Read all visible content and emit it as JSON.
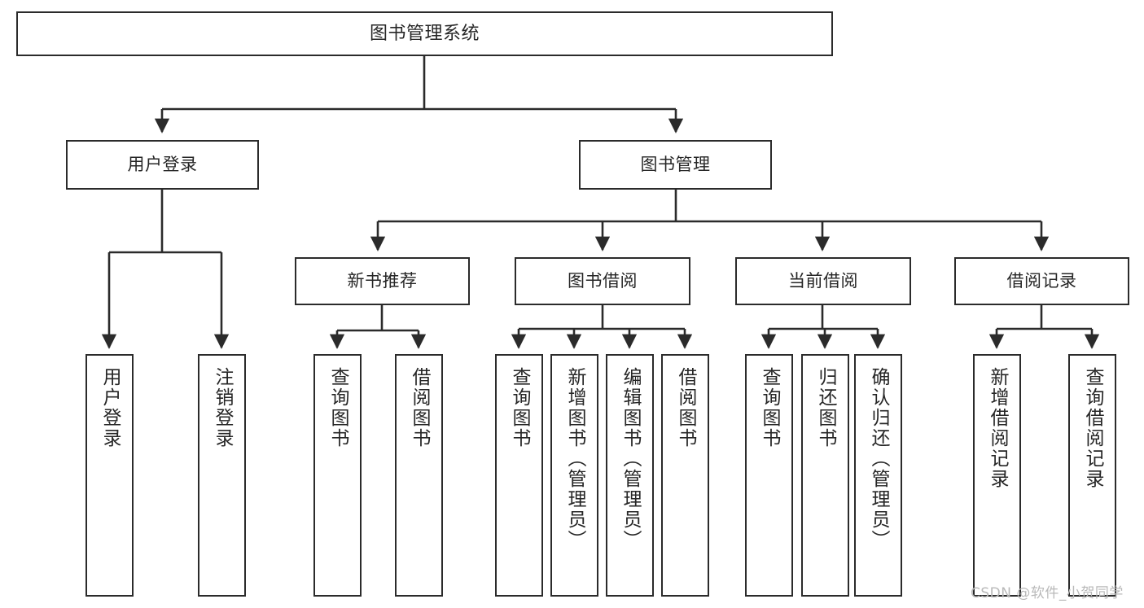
{
  "diagram": {
    "title_node": {
      "label": "图书管理系统"
    },
    "level2": [
      {
        "id": "user-login",
        "label": "用户登录"
      },
      {
        "id": "book-manage",
        "label": "图书管理"
      }
    ],
    "level3": [
      {
        "id": "new-book-recommend",
        "label": "新书推荐"
      },
      {
        "id": "book-borrow",
        "label": "图书借阅"
      },
      {
        "id": "current-borrow",
        "label": "当前借阅"
      },
      {
        "id": "borrow-record",
        "label": "借阅记录"
      }
    ],
    "leaves": {
      "user_login": [
        {
          "id": "leaf-user-login",
          "label": "用户登录"
        },
        {
          "id": "leaf-logout",
          "label": "注销登录"
        }
      ],
      "new_book_recommend": [
        {
          "id": "leaf-query-book-1",
          "label": "查询图书"
        },
        {
          "id": "leaf-borrow-book-1",
          "label": "借阅图书"
        }
      ],
      "book_borrow": [
        {
          "id": "leaf-query-book-2",
          "label": "查询图书"
        },
        {
          "id": "leaf-add-book",
          "label": "新增图书（管理员）"
        },
        {
          "id": "leaf-edit-book",
          "label": "编辑图书（管理员）"
        },
        {
          "id": "leaf-borrow-book-2",
          "label": "借阅图书"
        }
      ],
      "current_borrow": [
        {
          "id": "leaf-query-book-3",
          "label": "查询图书"
        },
        {
          "id": "leaf-return-book",
          "label": "归还图书"
        },
        {
          "id": "leaf-confirm-return",
          "label": "确认归还（管理员）"
        }
      ],
      "borrow_record": [
        {
          "id": "leaf-add-record",
          "label": "新增借阅记录"
        },
        {
          "id": "leaf-query-record",
          "label": "查询借阅记录"
        }
      ]
    }
  },
  "watermark": {
    "text": "CSDN @软件_小贺同学"
  },
  "colors": {
    "stroke": "#2b2b2b",
    "node_fill": "#ffffff",
    "text": "#262626",
    "watermark": "#b9b9b9"
  }
}
